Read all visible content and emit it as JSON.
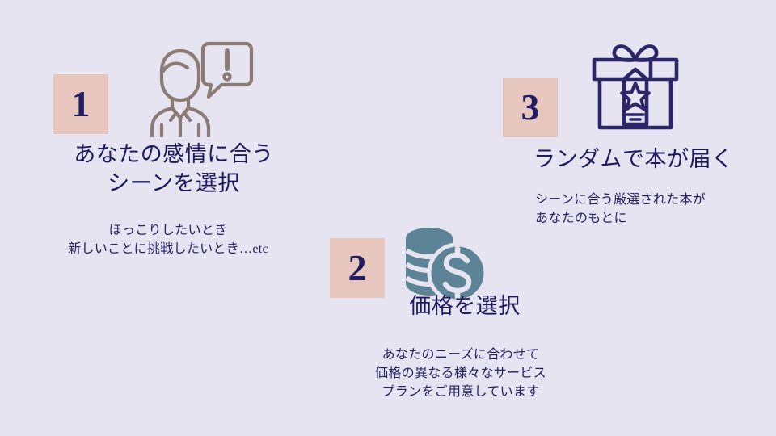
{
  "page": {
    "background_color": "#e6e4f0",
    "text_color": "#1c1a5e",
    "badge_bg_color": "#e6c6bd",
    "badge_num_color": "#211d63"
  },
  "steps": [
    {
      "number": "1",
      "icon": "person-speech-bubble-exclamation-icon",
      "icon_color": "#8a7b74",
      "heading": "あなたの感情に合う\nシーンを選択",
      "subtext": "ほっこりしたいとき\n新しいことに挑戦したいとき…etc"
    },
    {
      "number": "2",
      "icon": "coins-dollar-icon",
      "icon_color": "#5d8496",
      "heading": "価格を選択",
      "subtext": "あなたのニーズに合わせて\n価格の異なる様々なサービス\nプランをご用意しています"
    },
    {
      "number": "3",
      "icon": "gift-box-star-tag-icon",
      "icon_color": "#2b2668",
      "heading": "ランダムで本が届く",
      "subtext": "シーンに合う厳選された本が\nあなたのもとに"
    }
  ]
}
